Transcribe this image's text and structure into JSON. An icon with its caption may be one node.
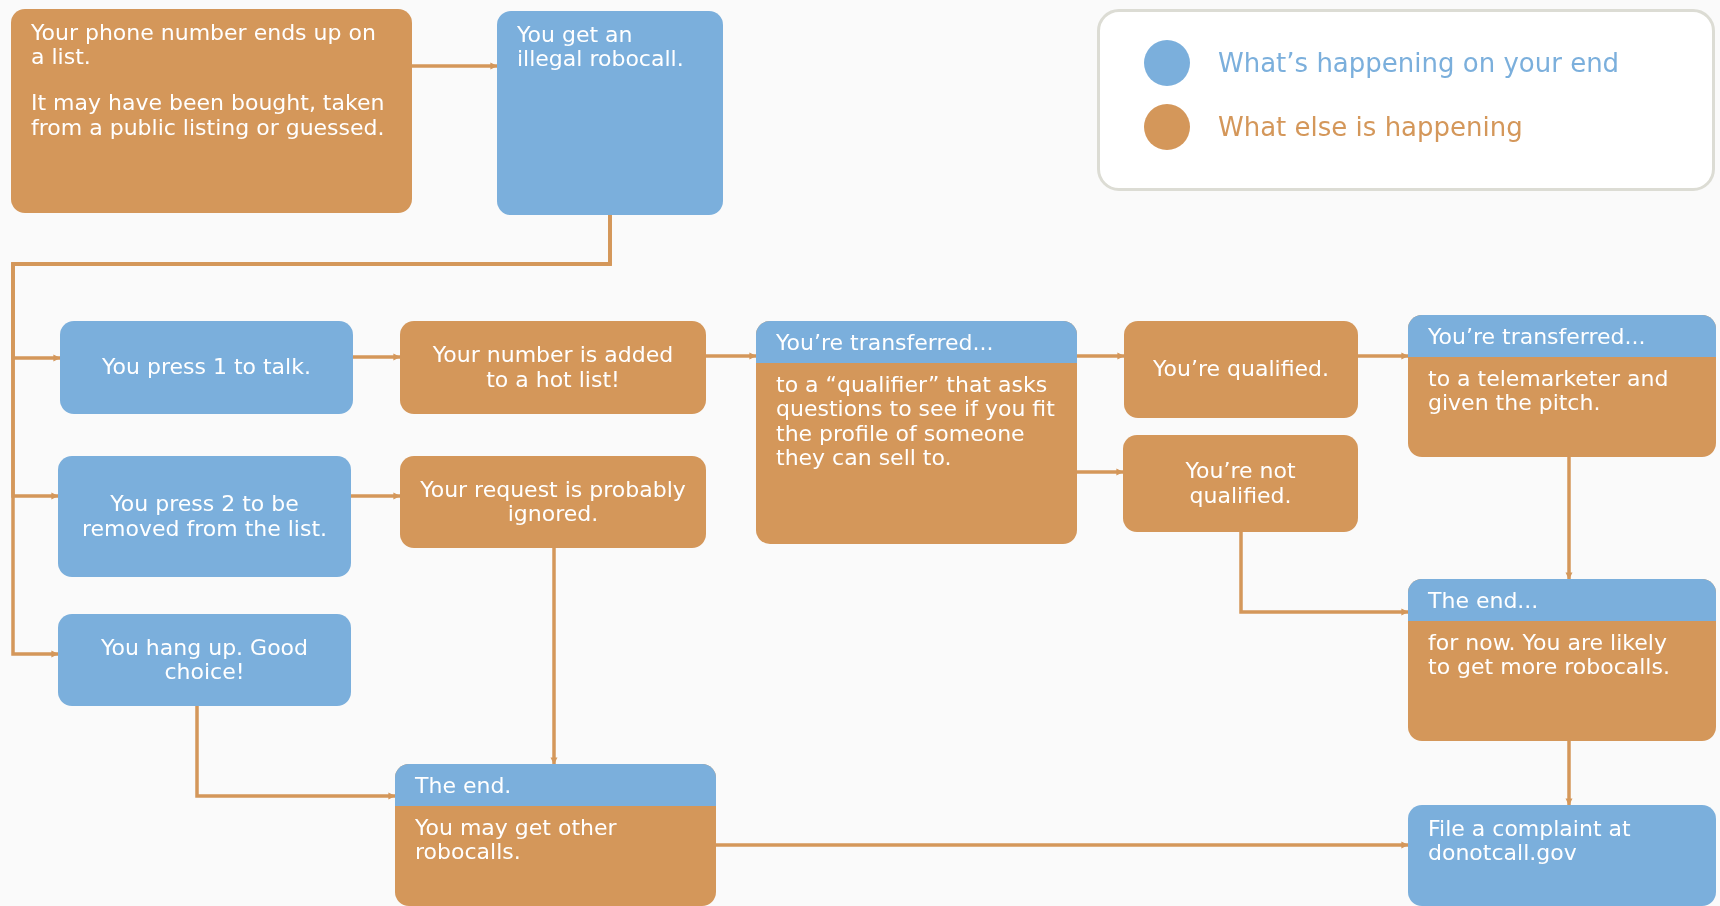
{
  "diagram": {
    "nodes": [
      {
        "text": [
          "Your phone number ends up on a list.",
          "It may have been bought, taken from a public listing or guessed."
        ]
      },
      {
        "text": [
          "You get an illegal robocall."
        ]
      },
      {
        "text": [
          "You press 1 to talk."
        ]
      },
      {
        "text": [
          "Your number is added to a hot list!"
        ]
      },
      {
        "text": [
          "You’re transferred...",
          "to a “qualifier” that asks questions to see if you fit the profile of someone they can sell to."
        ]
      },
      {
        "text": [
          "You’re qualified."
        ]
      },
      {
        "text": [
          "You’re transferred...",
          "to a telemarketer and given the pitch."
        ]
      },
      {
        "text": [
          "You press 2 to be removed from the list."
        ]
      },
      {
        "text": [
          "Your request is probably ignored."
        ]
      },
      {
        "text": [
          "You’re not qualified."
        ]
      },
      {
        "text": [
          "You hang up. Good choice!"
        ]
      },
      {
        "text": [
          "The end...",
          "for now. You are likely to get more robocalls."
        ]
      },
      {
        "text": [
          "The end.",
          "You may get other robocalls."
        ]
      },
      {
        "text": [
          "File a complaint at donotcall.gov"
        ]
      }
    ],
    "edges": [
      {
        "from": 0,
        "to": 1,
        "arrow": "to"
      },
      {
        "from": 1,
        "to": 2,
        "arrow": "to"
      },
      {
        "from": 1,
        "to": 7,
        "arrow": "to"
      },
      {
        "from": 1,
        "to": 10,
        "arrow": "to"
      },
      {
        "from": 2,
        "to": 3,
        "arrow": "to"
      },
      {
        "from": 3,
        "to": 4,
        "arrow": "to"
      },
      {
        "from": 4,
        "to": 5,
        "arrow": "to"
      },
      {
        "from": 4,
        "to": 9,
        "arrow": "to"
      },
      {
        "from": 5,
        "to": 6,
        "arrow": "to"
      },
      {
        "from": 7,
        "to": 8,
        "arrow": "to"
      },
      {
        "from": 6,
        "to": 11,
        "arrow": "to"
      },
      {
        "from": 9,
        "to": 11,
        "arrow": "to"
      },
      {
        "from": 8,
        "to": 12,
        "arrow": "to"
      },
      {
        "from": 10,
        "to": 12,
        "arrow": "to"
      },
      {
        "from": 11,
        "to": 13,
        "arrow": "to"
      },
      {
        "from": 12,
        "to": 13,
        "arrow": "to"
      }
    ],
    "legend": [
      {
        "text": "What’s happening on your end",
        "color": "#7bafdc"
      },
      {
        "text": "What else is happening",
        "color": "#d4975a"
      }
    ]
  }
}
